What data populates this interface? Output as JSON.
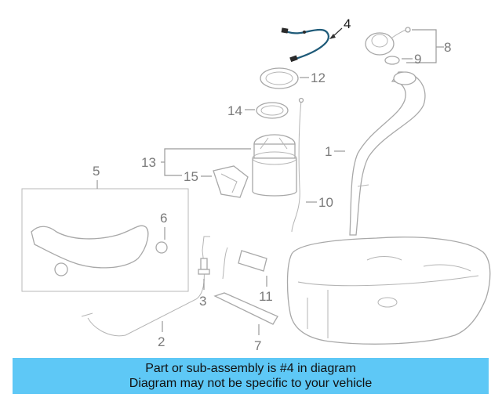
{
  "callouts": {
    "c1": "1",
    "c2": "2",
    "c3": "3",
    "c4": "4",
    "c5": "5",
    "c6": "6",
    "c7": "7",
    "c8": "8",
    "c9": "9",
    "c10": "10",
    "c11": "11",
    "c12": "12",
    "c13": "13",
    "c14": "14",
    "c15": "15"
  },
  "banner": {
    "line1": "Part or sub-assembly is #4 in diagram",
    "line2": "Diagram may not be specific to your vehicle"
  },
  "colors": {
    "banner_bg": "#5ec8f6",
    "highlight_part": "#1e5a78",
    "line_art": "#a8a8a8"
  }
}
